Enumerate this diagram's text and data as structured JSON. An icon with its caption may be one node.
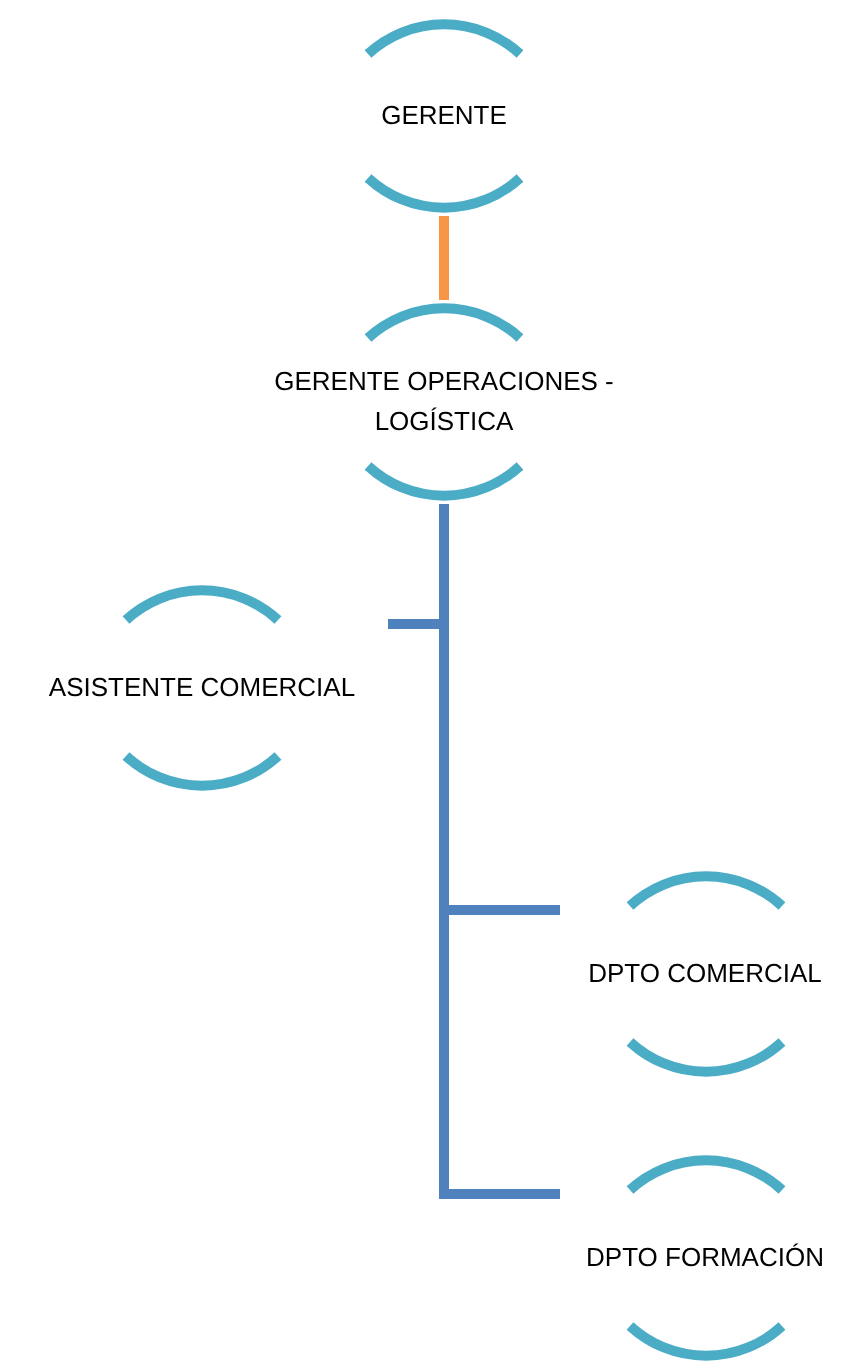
{
  "diagram": {
    "nodes": [
      {
        "text": [
          "GERENTE"
        ]
      },
      {
        "text": [
          "GERENTE OPERACIONES - LOGÍSTICA"
        ]
      },
      {
        "text": [
          "ASISTENTE COMERCIAL"
        ]
      },
      {
        "text": [
          "DPTO COMERCIAL"
        ]
      },
      {
        "text": [
          "DPTO FORMACIÓN"
        ]
      }
    ],
    "edges": [
      {
        "from": 0,
        "to": 1,
        "arrow": "none",
        "color": "#f79646"
      },
      {
        "from": 1,
        "to": 2,
        "arrow": "none"
      },
      {
        "from": 1,
        "to": 3,
        "arrow": "none"
      },
      {
        "from": 1,
        "to": 4,
        "arrow": "none"
      }
    ]
  }
}
